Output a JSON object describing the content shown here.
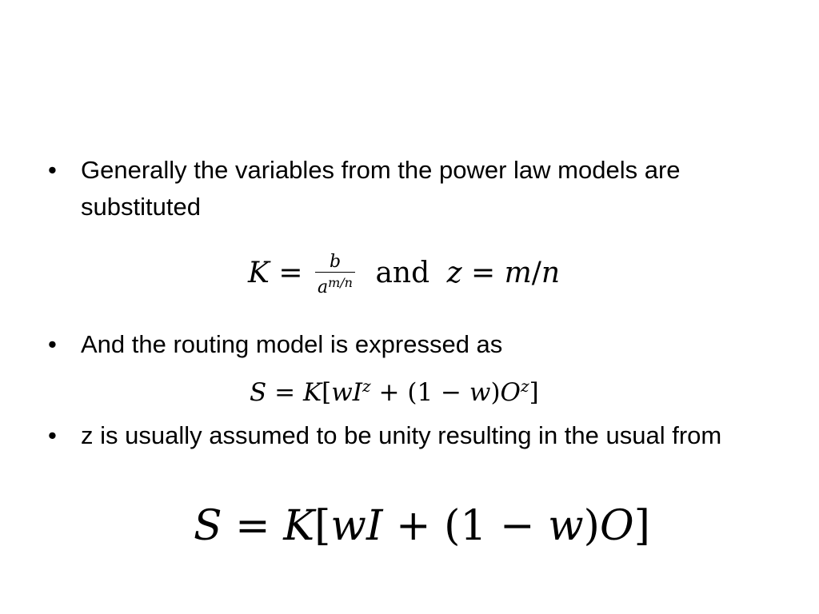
{
  "bullets": [
    {
      "marker": "•",
      "text": "Generally the variables from the power law models are substituted"
    },
    {
      "marker": "•",
      "text": "And the routing model is expressed as"
    },
    {
      "marker": "•",
      "text": "z is usually assumed to be unity resulting in the usual from"
    }
  ],
  "equations": {
    "eq1": {
      "lhs": "K",
      "equals": "=",
      "frac_num": "b",
      "frac_den_base": "a",
      "frac_den_exp": "m/n",
      "conjunction": "and",
      "var2": "z",
      "equals2": "=",
      "rhs2_m": "m",
      "rhs2_slash": "/",
      "rhs2_n": "n"
    },
    "eq2": {
      "lhs": "S",
      "equals": "=",
      "k": "K",
      "open": "[",
      "w": "w",
      "i": "I",
      "z1": "z",
      "plus": "+",
      "paren_open": "(1",
      "minus": "−",
      "w2": "w",
      "paren_close": ")",
      "o": "O",
      "z2": "z",
      "close": "]"
    },
    "eq3": {
      "lhs": "S",
      "equals": "=",
      "k": "K",
      "open": "[",
      "w": "w",
      "i": "I",
      "plus": "+",
      "paren_open": "(1",
      "minus": "−",
      "w2": "w",
      "paren_close": ")",
      "o": "O",
      "close": "]"
    }
  }
}
